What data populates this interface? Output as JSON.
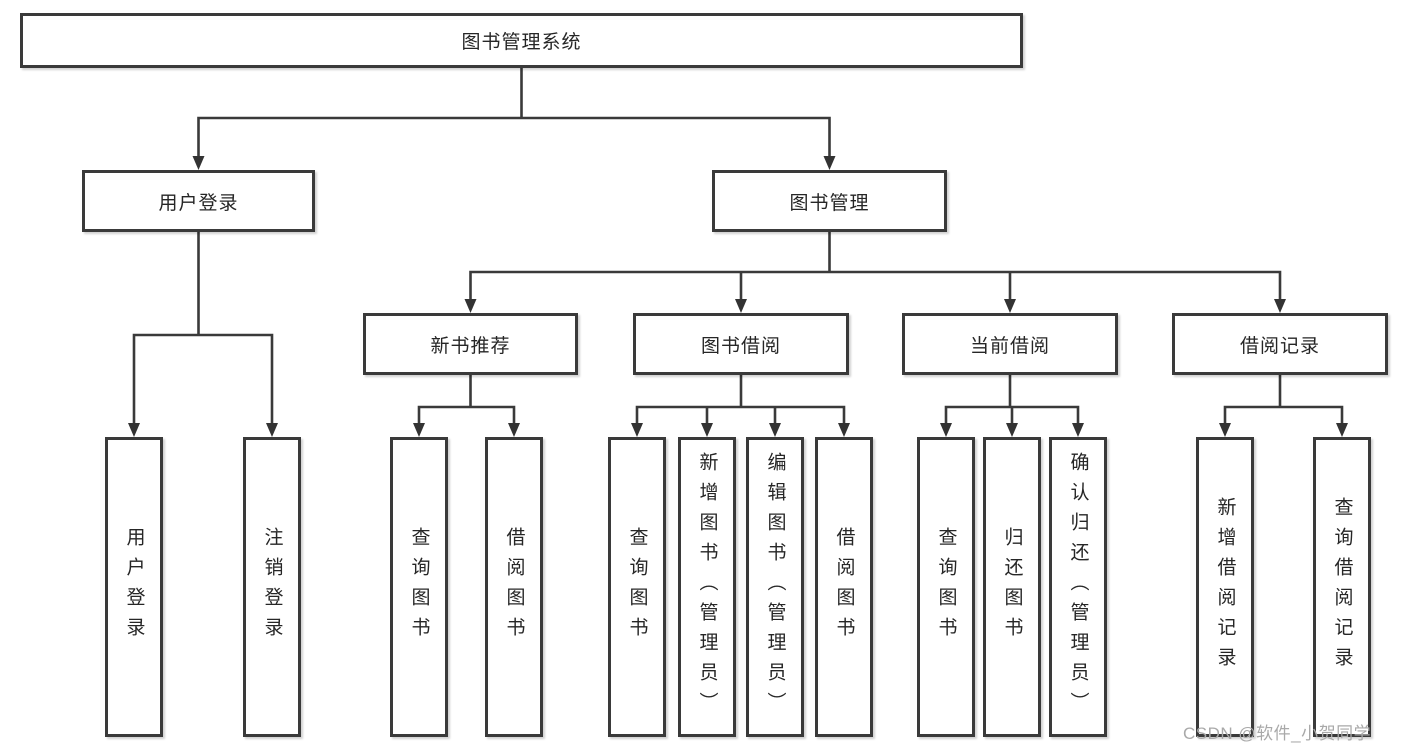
{
  "tree": {
    "root": "图书管理系统",
    "user_login": {
      "label": "用户登录",
      "children": [
        "用户登录",
        "注销登录"
      ]
    },
    "book_management": {
      "label": "图书管理",
      "new_book_recommend": {
        "label": "新书推荐",
        "children": [
          "查询图书",
          "借阅图书"
        ]
      },
      "book_borrow": {
        "label": "图书借阅",
        "children": [
          "查询图书",
          "新增图书（管理员）",
          "编辑图书（管理员）",
          "借阅图书"
        ]
      },
      "current_borrow": {
        "label": "当前借阅",
        "children": [
          "查询图书",
          "归还图书",
          "确认归还（管理员）"
        ]
      },
      "borrow_records": {
        "label": "借阅记录",
        "children": [
          "新增借阅记录",
          "查询借阅记录"
        ]
      }
    }
  },
  "watermark": {
    "text": "CSDN @软件_小贺同学",
    "color": "#a9a9a9"
  },
  "colors": {
    "line": "#3a3a3a",
    "text": "#262626",
    "background": "#ffffff"
  }
}
